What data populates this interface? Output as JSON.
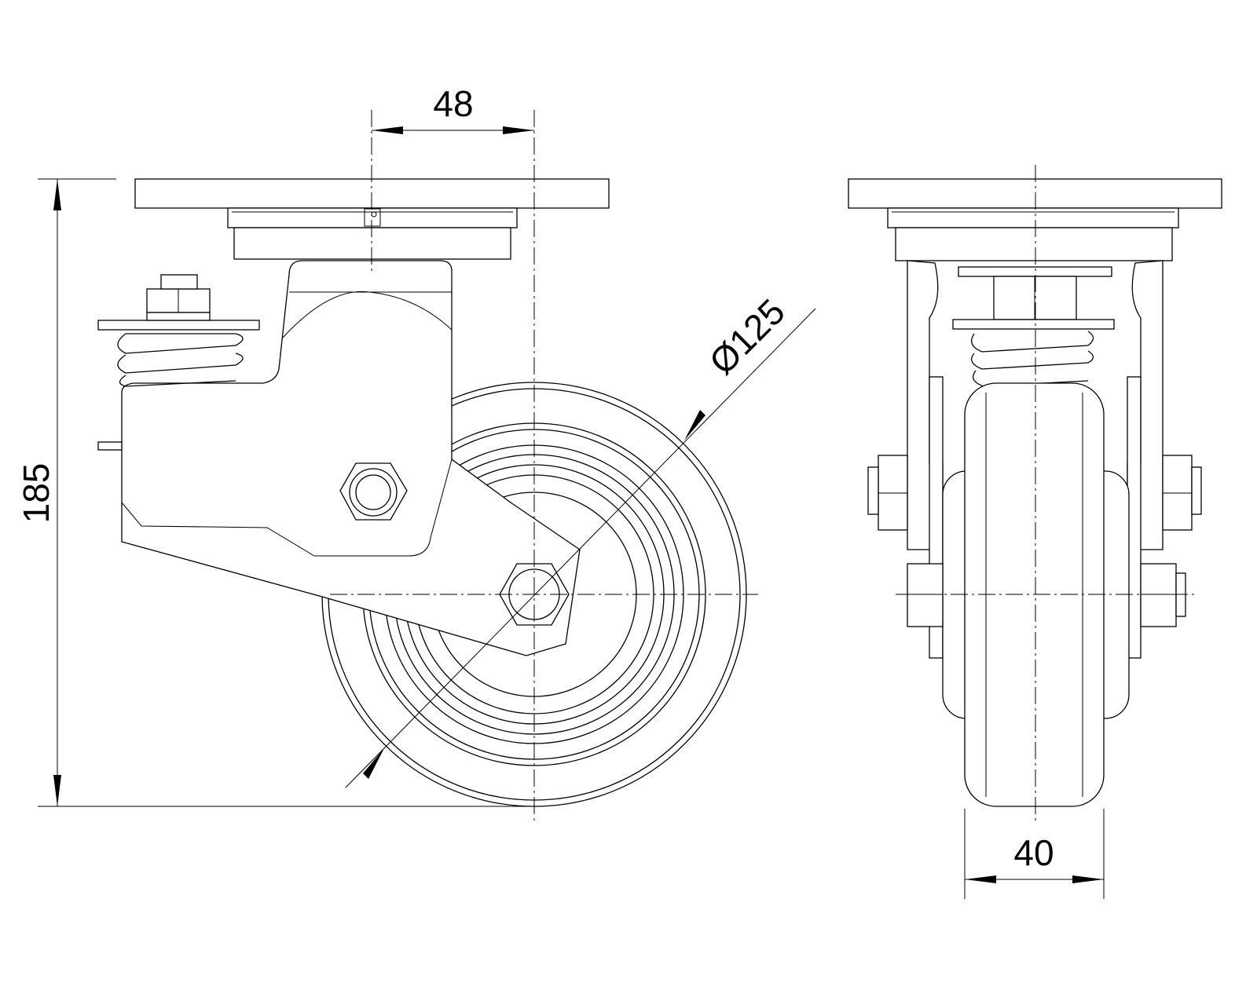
{
  "drawing": {
    "dimensions": {
      "offset": "48",
      "height": "185",
      "wheel_diameter": "Ø125",
      "wheel_width": "40"
    },
    "line_color": "#000000",
    "background": "#ffffff"
  }
}
